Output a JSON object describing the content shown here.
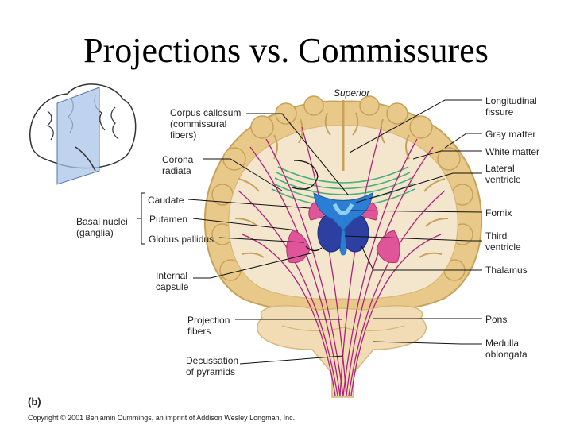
{
  "title": "Projections vs. Commissures",
  "labels": {
    "superior": "Superior",
    "corpus_callosum": "Corpus callosum\n(commissural\nfibers)",
    "corona_radiata": "Corona\nradiata",
    "caudate": "Caudate",
    "basal_nuclei": "Basal nuclei\n(ganglia)",
    "putamen": "Putamen",
    "globus_pallidus": "Globus pallidus",
    "internal_capsule": "Internal\ncapsule",
    "projection_fibers": "Projection\nfibers",
    "decussation": "Decussation\nof pyramids",
    "longitudinal_fissure": "Longitudinal\nfissure",
    "gray_matter": "Gray matter",
    "white_matter": "White matter",
    "lateral_ventricle": "Lateral\nventricle",
    "fornix": "Fornix",
    "third_ventricle": "Third\nventricle",
    "thalamus": "Thalamus",
    "pons": "Pons",
    "medulla": "Medulla\noblongata"
  },
  "panel_label": "(b)",
  "copyright": "Copyright © 2001 Benjamin Cummings, an imprint of Addison Wesley Longman, Inc.",
  "colors": {
    "gray_matter": "#e8c98a",
    "white_matter": "#f3e6cc",
    "fibers": "#b0227a",
    "commissural_fibers": "#4caf7d",
    "ventricle": "#2a7fd4",
    "thalamus": "#2d3fa0",
    "basal_nuclei": "#e0559a",
    "brainstem": "#f2dcb6"
  }
}
